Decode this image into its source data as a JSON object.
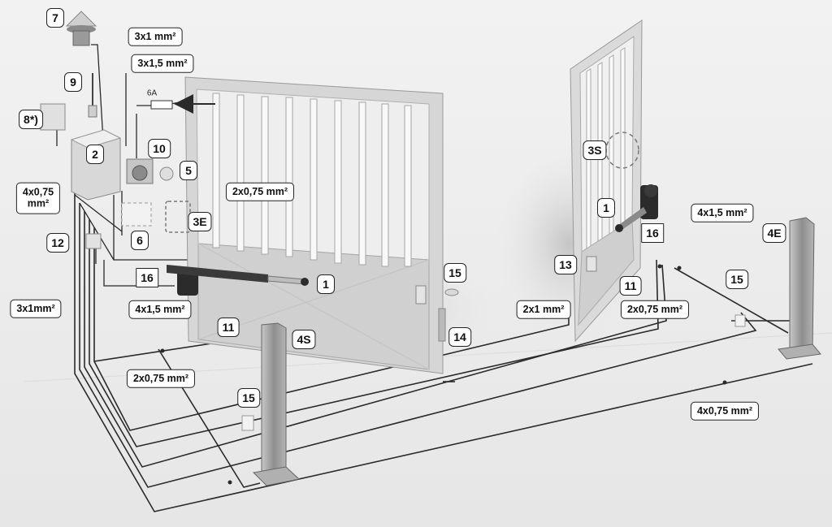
{
  "callouts": {
    "c7": "7",
    "c9": "9",
    "c8": "8*)",
    "c2": "2",
    "c10": "10",
    "c5": "5",
    "c3E": "3E",
    "c6": "6",
    "c12": "12",
    "c16a": "16",
    "c1a": "1",
    "c11a": "11",
    "c4S": "4S",
    "c15a": "15",
    "c14": "14",
    "c15b": "15",
    "c3S": "3S",
    "c1b": "1",
    "c16b": "16",
    "c13": "13",
    "c11b": "11",
    "c15c": "15",
    "c4E": "4E"
  },
  "cables": {
    "lamp": "3x1 mm²",
    "power": "3x1,5 mm²",
    "bus_top": "4x0,75",
    "bus_bottom": "mm²",
    "keypad": "2x0,75 mm²",
    "motor_left": "4x1,5 mm²",
    "sensor_left": "3x1mm²",
    "floor_left": "2x0,75 mm²",
    "motor_right": "4x1,5 mm²",
    "lock": "2x1 mm²",
    "photocell_right": "2x0,75 mm²",
    "floor_long": "4x0,75 mm²"
  },
  "fuse_rating": "6A",
  "colors": {
    "cable": "#2a2a2a",
    "gate": "#d3d3d3",
    "gate_shadow": "#bdbdbd",
    "actuator": "#2b2b2b",
    "post": "#9b9b9b",
    "background": "#ececec"
  }
}
